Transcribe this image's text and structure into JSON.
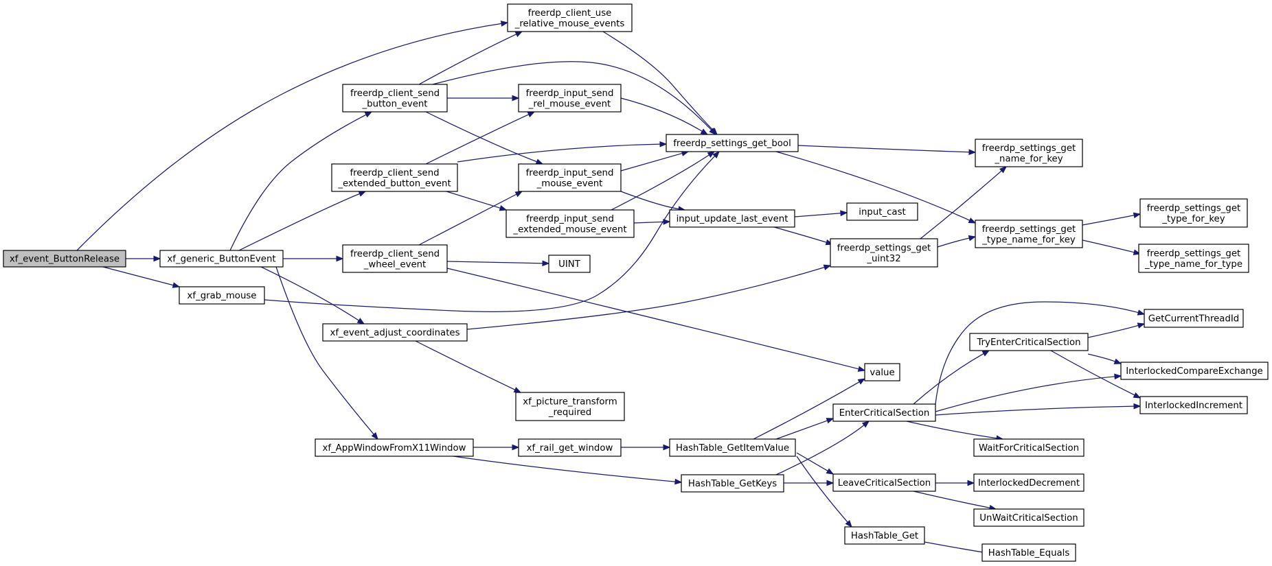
{
  "graph": {
    "nodes": [
      {
        "id": "n0",
        "lines": [
          "xf_event_ButtonRelease"
        ],
        "root": true
      },
      {
        "id": "n1",
        "lines": [
          "xf_generic_ButtonEvent"
        ]
      },
      {
        "id": "n2",
        "lines": [
          "xf_grab_mouse"
        ]
      },
      {
        "id": "n3",
        "lines": [
          "freerdp_client_use",
          "_relative_mouse_events"
        ]
      },
      {
        "id": "n4",
        "lines": [
          "freerdp_client_send",
          "_button_event"
        ]
      },
      {
        "id": "n5",
        "lines": [
          "freerdp_client_send",
          "_extended_button_event"
        ]
      },
      {
        "id": "n6",
        "lines": [
          "freerdp_client_send",
          "_wheel_event"
        ]
      },
      {
        "id": "n7",
        "lines": [
          "xf_event_adjust_coordinates"
        ]
      },
      {
        "id": "n8",
        "lines": [
          "xf_AppWindowFromX11Window"
        ]
      },
      {
        "id": "n9",
        "lines": [
          "freerdp_input_send",
          "_rel_mouse_event"
        ]
      },
      {
        "id": "n10",
        "lines": [
          "freerdp_input_send",
          "_mouse_event"
        ]
      },
      {
        "id": "n11",
        "lines": [
          "freerdp_input_send",
          "_extended_mouse_event"
        ]
      },
      {
        "id": "n12",
        "lines": [
          "UINT"
        ]
      },
      {
        "id": "n13",
        "lines": [
          "xf_picture_transform",
          "_required"
        ]
      },
      {
        "id": "n14",
        "lines": [
          "xf_rail_get_window"
        ]
      },
      {
        "id": "n15",
        "lines": [
          "freerdp_settings_get_bool"
        ]
      },
      {
        "id": "n16",
        "lines": [
          "input_update_last_event"
        ]
      },
      {
        "id": "n17",
        "lines": [
          "HashTable_GetItemValue"
        ]
      },
      {
        "id": "n18",
        "lines": [
          "HashTable_GetKeys"
        ]
      },
      {
        "id": "n19",
        "lines": [
          "input_cast"
        ]
      },
      {
        "id": "n20",
        "lines": [
          "freerdp_settings_get",
          "_uint32"
        ]
      },
      {
        "id": "n21",
        "lines": [
          "value"
        ]
      },
      {
        "id": "n22",
        "lines": [
          "EnterCriticalSection"
        ]
      },
      {
        "id": "n23",
        "lines": [
          "LeaveCriticalSection"
        ]
      },
      {
        "id": "n24",
        "lines": [
          "HashTable_Get"
        ]
      },
      {
        "id": "n25",
        "lines": [
          "freerdp_settings_get",
          "_name_for_key"
        ]
      },
      {
        "id": "n26",
        "lines": [
          "freerdp_settings_get",
          "_type_name_for_key"
        ]
      },
      {
        "id": "n27",
        "lines": [
          "TryEnterCriticalSection"
        ]
      },
      {
        "id": "n28",
        "lines": [
          "WaitForCriticalSection"
        ]
      },
      {
        "id": "n29",
        "lines": [
          "InterlockedDecrement"
        ]
      },
      {
        "id": "n30",
        "lines": [
          "UnWaitCriticalSection"
        ]
      },
      {
        "id": "n31",
        "lines": [
          "HashTable_Equals"
        ]
      },
      {
        "id": "n32",
        "lines": [
          "freerdp_settings_get",
          "_type_for_key"
        ]
      },
      {
        "id": "n33",
        "lines": [
          "freerdp_settings_get",
          "_type_name_for_type"
        ]
      },
      {
        "id": "n34",
        "lines": [
          "GetCurrentThreadId"
        ]
      },
      {
        "id": "n35",
        "lines": [
          "InterlockedCompareExchange"
        ]
      },
      {
        "id": "n36",
        "lines": [
          "InterlockedIncrement"
        ]
      }
    ],
    "edges": [
      {
        "from": "n0",
        "to": "n1"
      },
      {
        "from": "n0",
        "to": "n2"
      },
      {
        "from": "n0",
        "to": "n3"
      },
      {
        "from": "n1",
        "to": "n4"
      },
      {
        "from": "n1",
        "to": "n5"
      },
      {
        "from": "n1",
        "to": "n6"
      },
      {
        "from": "n1",
        "to": "n7"
      },
      {
        "from": "n1",
        "to": "n8"
      },
      {
        "from": "n2",
        "to": "n15"
      },
      {
        "from": "n3",
        "to": "n15"
      },
      {
        "from": "n4",
        "to": "n3"
      },
      {
        "from": "n4",
        "to": "n15"
      },
      {
        "from": "n4",
        "to": "n9"
      },
      {
        "from": "n4",
        "to": "n10"
      },
      {
        "from": "n5",
        "to": "n9"
      },
      {
        "from": "n5",
        "to": "n15"
      },
      {
        "from": "n5",
        "to": "n11"
      },
      {
        "from": "n6",
        "to": "n10"
      },
      {
        "from": "n6",
        "to": "n12"
      },
      {
        "from": "n6",
        "to": "n21"
      },
      {
        "from": "n7",
        "to": "n20"
      },
      {
        "from": "n7",
        "to": "n13"
      },
      {
        "from": "n8",
        "to": "n14"
      },
      {
        "from": "n8",
        "to": "n18"
      },
      {
        "from": "n9",
        "to": "n15"
      },
      {
        "from": "n10",
        "to": "n15"
      },
      {
        "from": "n10",
        "to": "n16"
      },
      {
        "from": "n11",
        "to": "n15"
      },
      {
        "from": "n11",
        "to": "n16"
      },
      {
        "from": "n14",
        "to": "n17"
      },
      {
        "from": "n15",
        "to": "n25"
      },
      {
        "from": "n15",
        "to": "n26"
      },
      {
        "from": "n16",
        "to": "n19"
      },
      {
        "from": "n16",
        "to": "n20"
      },
      {
        "from": "n17",
        "to": "n21"
      },
      {
        "from": "n17",
        "to": "n22"
      },
      {
        "from": "n17",
        "to": "n23"
      },
      {
        "from": "n17",
        "to": "n24"
      },
      {
        "from": "n18",
        "to": "n22"
      },
      {
        "from": "n18",
        "to": "n23"
      },
      {
        "from": "n20",
        "to": "n25"
      },
      {
        "from": "n20",
        "to": "n26"
      },
      {
        "from": "n22",
        "to": "n34"
      },
      {
        "from": "n22",
        "to": "n27"
      },
      {
        "from": "n22",
        "to": "n35"
      },
      {
        "from": "n22",
        "to": "n36"
      },
      {
        "from": "n22",
        "to": "n28"
      },
      {
        "from": "n23",
        "to": "n29"
      },
      {
        "from": "n23",
        "to": "n30"
      },
      {
        "from": "n24",
        "to": "n31"
      },
      {
        "from": "n26",
        "to": "n32"
      },
      {
        "from": "n26",
        "to": "n33"
      },
      {
        "from": "n27",
        "to": "n34"
      },
      {
        "from": "n27",
        "to": "n35"
      },
      {
        "from": "n27",
        "to": "n36"
      }
    ]
  }
}
